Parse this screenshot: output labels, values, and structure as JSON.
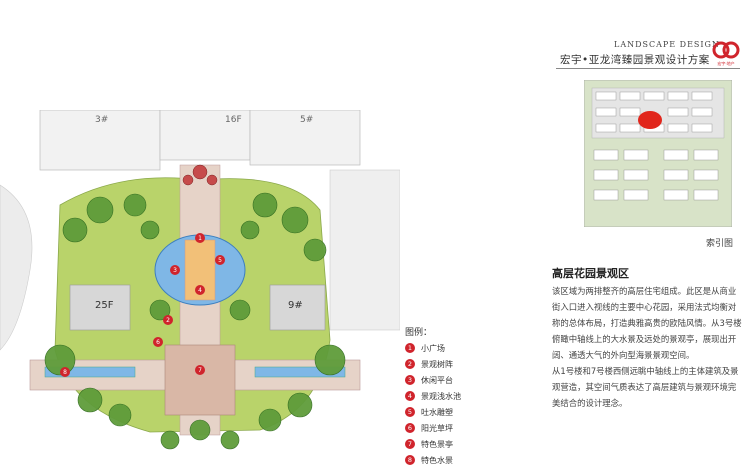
{
  "header": {
    "title_en": "LANDSCAPE DESIGN",
    "title_cn": "宏宇•亚龙湾臻园景观设计方案",
    "logo_icon": "hongyu-logo-icon",
    "logo_text": "宏宇·地产"
  },
  "plan": {
    "building_labels": [
      "3#",
      "16F",
      "5#",
      "25F",
      "9#"
    ],
    "markers": [
      "1",
      "2",
      "3",
      "4",
      "5",
      "6",
      "7",
      "8"
    ]
  },
  "index_map": {
    "label": "索引图"
  },
  "section": {
    "title": "高层花园景观区",
    "paragraph1": "该区域为两排整齐的高层住宅组成。此区是从商业街入口进入视线的主要中心花园，采用法式均衡对称的总体布局，打造典雅高贵的欧陆风情。从3号楼俯瞰中轴线上的大水景及远处的景观亭，展现出开阔、通透大气的外向型海景景观空间。",
    "paragraph2": "从1号楼和7号楼西侧远眺中轴线上的主体建筑及景观营造，其空间气质表达了高层建筑与景观环境完美结合的设计理念。"
  },
  "legend": {
    "title": "图例：",
    "items": [
      {
        "num": "1",
        "label": "小广场"
      },
      {
        "num": "2",
        "label": "景观树阵"
      },
      {
        "num": "3",
        "label": "休闲平台"
      },
      {
        "num": "4",
        "label": "景观浅水池"
      },
      {
        "num": "5",
        "label": "吐水雕塑"
      },
      {
        "num": "6",
        "label": "阳光草坪"
      },
      {
        "num": "7",
        "label": "特色景亭"
      },
      {
        "num": "8",
        "label": "特色水景"
      }
    ]
  },
  "colors": {
    "accent": "#d0242c",
    "grass": "#b9d36a",
    "water": "#7fb7e6",
    "paving": "#e6d3c8"
  }
}
